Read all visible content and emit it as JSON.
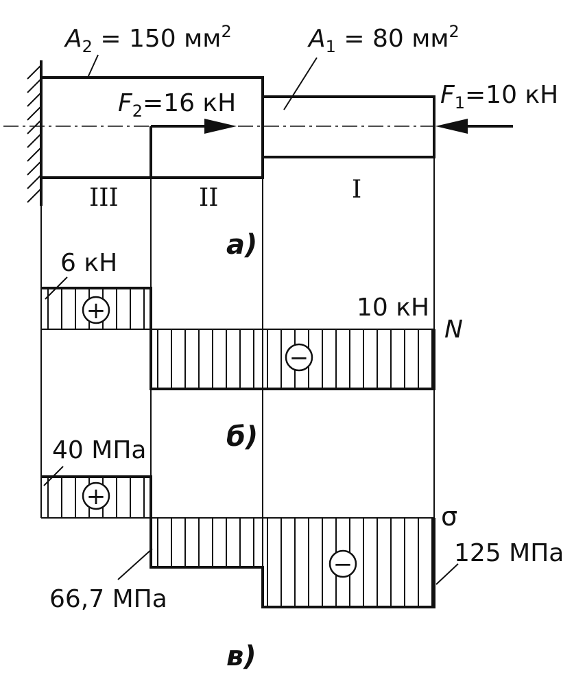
{
  "beam": {
    "A2": {
      "symbol": "A",
      "sub": "2",
      "rest": " = 150 мм",
      "sup": "2"
    },
    "A1": {
      "symbol": "A",
      "sub": "1",
      "rest": " = 80 мм",
      "sup": "2"
    },
    "F2": {
      "symbol": "F",
      "sub": "2",
      "rest": "=16 кН"
    },
    "F1": {
      "symbol": "F",
      "sub": "1",
      "rest": "=10 кН"
    },
    "sections": [
      "III",
      "II",
      "I"
    ],
    "part_label": "а)"
  },
  "normal_force": {
    "axis_label": "N",
    "positive_value": "6 кН",
    "negative_value": "10 кН",
    "positive_sign": "+",
    "negative_sign": "−",
    "part_label": "б)"
  },
  "stress": {
    "axis_label": "σ",
    "positive_value": "40 МПа",
    "neg_value_1": "66,7 МПа",
    "neg_value_2": "125 МПа",
    "positive_sign": "+",
    "negative_sign": "−",
    "part_label": "в)"
  }
}
